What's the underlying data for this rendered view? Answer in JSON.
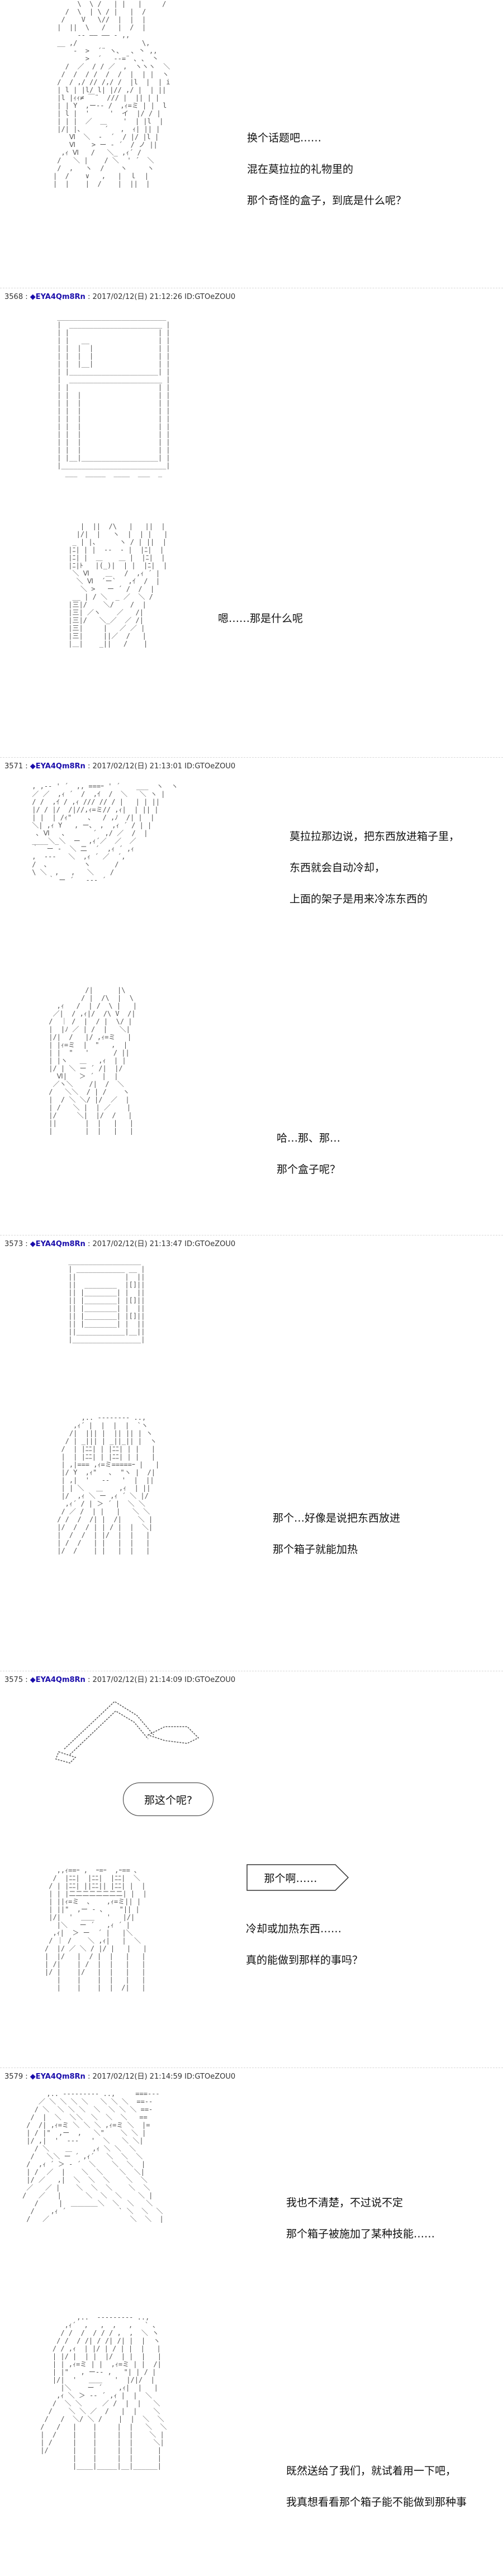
{
  "posts": [
    {
      "header": null,
      "dialog": [
        "换个话题吧……",
        "混在莫拉拉的礼物里的",
        "那个奇怪的盒子，到底是什么呢？"
      ]
    },
    {
      "header": {
        "num": "3568 :",
        "name": "◆EYA4Qm8Rn",
        "date": ": 2017/02/12(日) 21:12:26 ID:GTOeZOU0"
      },
      "dialog": [
        "嗯……那是什么呢"
      ]
    },
    {
      "header": {
        "num": "3571 :",
        "name": "◆EYA4Qm8Rn",
        "date": ": 2017/02/12(日) 21:13:01 ID:GTOeZOU0"
      },
      "dialog": [
        "莫拉拉那边说，把东西放进箱子里，",
        "东西就会自动冷却，",
        "上面的架子是用来冷冻东西的"
      ],
      "dialog2": [
        "哈…那、那…",
        "那个盒子呢？"
      ]
    },
    {
      "header": {
        "num": "3573 :",
        "name": "◆EYA4Qm8Rn",
        "date": ": 2017/02/12(日) 21:13:47 ID:GTOeZOU0"
      },
      "dialog": [
        "那个…好像是说把东西放进",
        "那个箱子就能加热"
      ]
    },
    {
      "header": {
        "num": "3575 :",
        "name": "◆EYA4Qm8Rn",
        "date": ": 2017/02/12(日) 21:14:09 ID:GTOeZOU0"
      },
      "bubble1": "那这个呢?",
      "bubble2": "那个啊……",
      "dialog": [
        "冷却或加热东西……",
        "真的能做到那样的事吗？"
      ]
    },
    {
      "header": {
        "num": "3579 :",
        "name": "◆EYA4Qm8Rn",
        "date": ": 2017/02/12(日) 21:14:59 ID:GTOeZOU0"
      },
      "dialog": [
        "我也不清楚，不过说不定",
        "那个箱子被施加了某种技能……"
      ],
      "dialog2": [
        "既然送给了我们，就试着用一下吧，",
        "我真想看看那个箱子能不能做到那种事"
      ]
    }
  ]
}
